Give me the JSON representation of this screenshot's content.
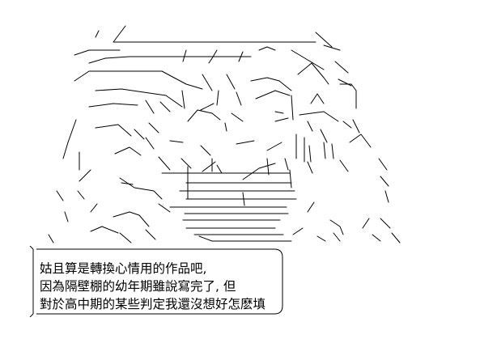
{
  "colors": {
    "ink": "#000000",
    "paper": "#ffffff"
  },
  "illustration": {
    "type": "ascii-art-character"
  },
  "speech_bubble": {
    "lines": [
      "姑且算是轉換心情用的作品吧,",
      "因為隔壁棚的幼年期雖說寫完了, 但",
      "對於高中期的某些判定我還沒想好怎麽填"
    ]
  }
}
